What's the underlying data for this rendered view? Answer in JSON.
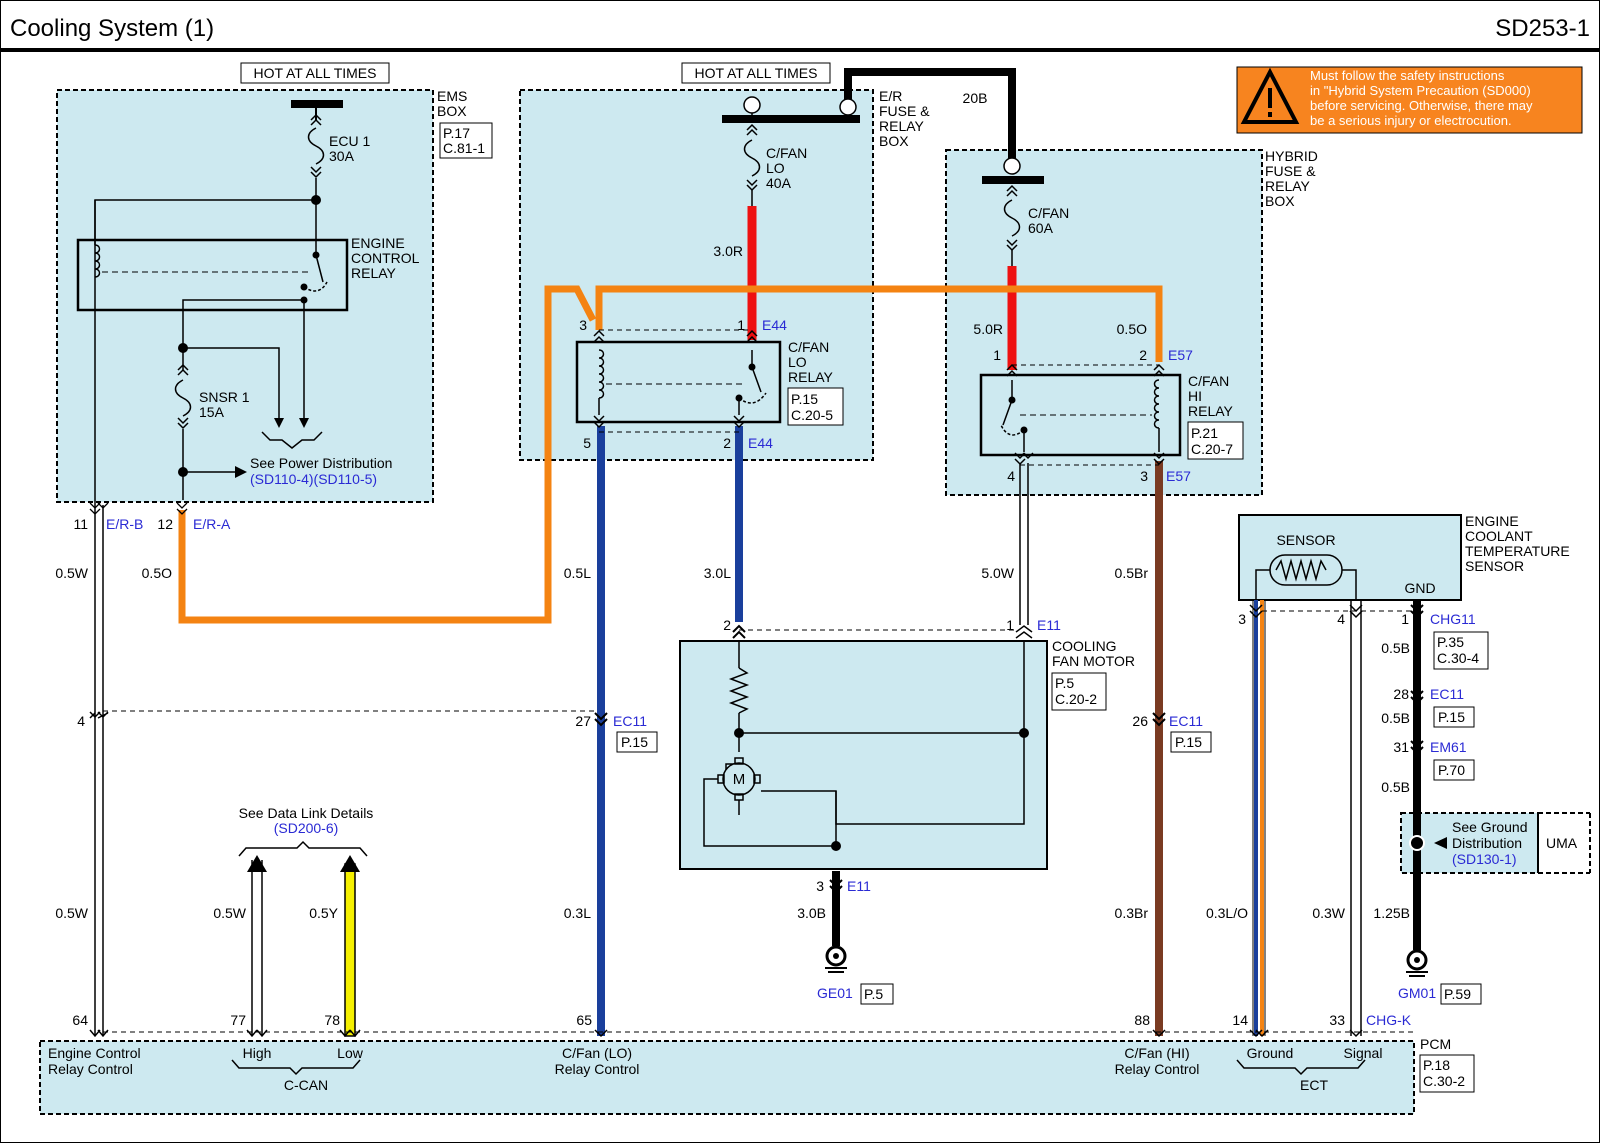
{
  "header": {
    "title": "Cooling System (1)",
    "code": "SD253-1"
  },
  "power_labels": {
    "hot_1": "HOT AT ALL TIMES",
    "hot_2": "HOT AT ALL TIMES"
  },
  "boxes": {
    "ems": {
      "name_1": "EMS",
      "name_2": "BOX",
      "ref_1": "P.17",
      "ref_2": "C.81-1"
    },
    "er": {
      "name_1": "E/R",
      "name_2": "FUSE &",
      "name_3": "RELAY",
      "name_4": "BOX"
    },
    "hybrid": {
      "name_1": "HYBRID",
      "name_2": "FUSE &",
      "name_3": "RELAY",
      "name_4": "BOX"
    }
  },
  "fuses": {
    "ecu1": {
      "name": "ECU 1",
      "rating": "30A"
    },
    "snsr1": {
      "name": "SNSR 1",
      "rating": "15A"
    },
    "cfan_lo": {
      "name_1": "C/FAN",
      "name_2": "LO",
      "rating": "40A"
    },
    "cfan": {
      "name": "C/FAN",
      "rating": "60A"
    }
  },
  "relays": {
    "engine_control": {
      "name_1": "ENGINE",
      "name_2": "CONTROL",
      "name_3": "RELAY"
    },
    "cfan_lo": {
      "name_1": "C/FAN",
      "name_2": "LO",
      "name_3": "RELAY",
      "ref_1": "P.15",
      "ref_2": "C.20-5"
    },
    "cfan_hi": {
      "name_1": "C/FAN",
      "name_2": "HI",
      "name_3": "RELAY",
      "ref_1": "P.21",
      "ref_2": "C.20-7"
    }
  },
  "power_distribution": {
    "text": "See Power Distribution",
    "link": "(SD110-4)(SD110-5)"
  },
  "safety": {
    "line_1": "Must follow the safety instructions",
    "line_2": "in \"Hybrid System Precaution (SD000)",
    "line_3": "before servicing. Otherwise, there may",
    "line_4": "be a serious injury or electrocution."
  },
  "wires": {
    "w_20b": "20B",
    "w_30r": "3.0R",
    "w_50r": "5.0R",
    "w_05o_top": "0.5O",
    "w_05w": "0.5W",
    "w_05o": "0.5O",
    "w_05l": "0.5L",
    "w_30l": "3.0L",
    "w_50w": "5.0W",
    "w_05br": "0.5Br",
    "w_05b_1": "0.5B",
    "w_05b_2": "0.5B",
    "w_05b_3": "0.5B",
    "w_05w_low": "0.5W",
    "w_05w_can": "0.5W",
    "w_05y": "0.5Y",
    "w_03l": "0.3L",
    "w_30b": "3.0B",
    "w_03br": "0.3Br",
    "w_03lo": "0.3L/O",
    "w_03w": "0.3W",
    "w_125b": "1.25B"
  },
  "connectors": {
    "e44": "E44",
    "e44_b": "E44",
    "e57": "E57",
    "e57_b": "E57",
    "erb": "E/R-B",
    "era": "E/R-A",
    "e11": "E11",
    "e11_b": "E11",
    "ec11_a": "EC11",
    "ec11_b": "EC11",
    "ec11_c": "EC11",
    "chg11": "CHG11",
    "em61": "EM61",
    "chgk": "CHG-K",
    "ge01": "GE01",
    "gm01": "GM01"
  },
  "pins": {
    "lo_3": "3",
    "lo_1": "1",
    "lo_5": "5",
    "lo_2": "2",
    "hi_1": "1",
    "hi_2": "2",
    "hi_4": "4",
    "hi_3": "3",
    "ems_11": "11",
    "ems_12": "12",
    "m_2": "2",
    "m_1": "1",
    "m_3": "3",
    "ec_4": "4",
    "ec_27": "27",
    "ec_26": "26",
    "ec_28": "28",
    "em_31": "31",
    "s_3": "3",
    "s_4": "4",
    "s_1": "1",
    "p_64": "64",
    "p_77": "77",
    "p_78": "78",
    "p_65": "65",
    "p_88": "88",
    "p_14": "14",
    "p_33": "33"
  },
  "refs": {
    "p15_a": "P.15",
    "p15_b": "P.15",
    "p15_c": "P.15",
    "p5": "P.5",
    "p59": "P.59",
    "p70": "P.70",
    "motor_1": "P.5",
    "motor_2": "C.20-2",
    "sensor_1": "P.35",
    "sensor_2": "C.30-4",
    "pcm_1": "P.18",
    "pcm_2": "C.30-2"
  },
  "motor": {
    "name_1": "COOLING",
    "name_2": "FAN MOTOR",
    "symbol": "M"
  },
  "sensor": {
    "inner": "SENSOR",
    "gnd": "GND",
    "name_1": "ENGINE",
    "name_2": "COOLANT",
    "name_3": "TEMPERATURE",
    "name_4": "SENSOR"
  },
  "ground_dist": {
    "line_1": "See Ground",
    "line_2": "Distribution",
    "link": "(SD130-1)",
    "uma": "UMA"
  },
  "data_link": {
    "text": "See Data Link Details",
    "link": "(SD200-6)"
  },
  "pcm": {
    "name": "PCM",
    "engine_relay_1": "Engine Control",
    "engine_relay_2": "Relay Control",
    "high": "High",
    "low": "Low",
    "ccan": "C-CAN",
    "fan_lo_1": "C/Fan (LO)",
    "fan_lo_2": "Relay Control",
    "fan_hi_1": "C/Fan (HI)",
    "fan_hi_2": "Relay Control",
    "ground": "Ground",
    "signal": "Signal",
    "ect": "ECT"
  },
  "colors": {
    "panel": "#cde9f0",
    "red": "#ee1111",
    "orange": "#f48312",
    "blue": "#1a3f9c",
    "brown": "#7a3b22",
    "yellow": "#f5f000",
    "link_text": "#2a2ad4",
    "safety_bg": "#f7841f"
  }
}
